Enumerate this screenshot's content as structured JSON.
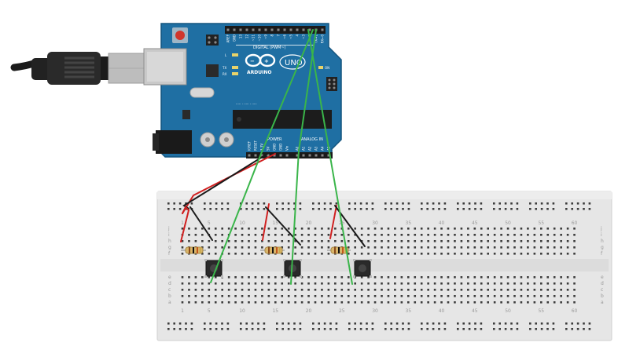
{
  "board": {
    "logo_text": "ARDUINO",
    "model_text": "UNO",
    "on_label": "ON",
    "digital_label": "DIGITAL (PWM~)",
    "power_label": "POWER",
    "analog_label": "ANALOG IN",
    "top_pin_labels": [
      "AREF",
      "GND",
      "13",
      "12",
      "~11",
      "~10",
      "~9",
      "8",
      "7",
      "~6",
      "~5",
      "4",
      "~3",
      "2",
      "TX→1",
      "RX←0"
    ],
    "power_pin_labels": [
      "IOREF",
      "RESET",
      "3.3V",
      "5V",
      "GND",
      "GND",
      "Vin"
    ],
    "analog_pin_labels": [
      "A0",
      "A1",
      "A2",
      "A3",
      "A4",
      "A5"
    ],
    "led_labels": [
      "L",
      "TX",
      "RX"
    ]
  },
  "breadboard": {
    "column_numbers_top": [
      "1",
      "5",
      "10",
      "15",
      "20",
      "25",
      "30",
      "35",
      "40",
      "45",
      "50",
      "55",
      "60"
    ],
    "column_numbers_bottom": [
      "1",
      "5",
      "10",
      "15",
      "20",
      "25",
      "30",
      "35",
      "40",
      "45",
      "50",
      "55",
      "60"
    ],
    "row_letters_top": [
      "j",
      "i",
      "h",
      "g",
      "f"
    ],
    "row_letters_bottom": [
      "e",
      "d",
      "c",
      "b",
      "a"
    ]
  },
  "colors": {
    "board": "#1f6fa3",
    "board_dark": "#14557f",
    "wire_power": "#d02020",
    "wire_ground": "#1a1a1a",
    "wire_signal": "#3ab54a",
    "breadboard": "#e6e6e6",
    "hole": "#3c3c3c"
  },
  "circuit": {
    "buttons": [
      "button-1",
      "button-2",
      "button-3"
    ],
    "resistors": [
      "resistor-1",
      "resistor-2",
      "resistor-3"
    ]
  }
}
